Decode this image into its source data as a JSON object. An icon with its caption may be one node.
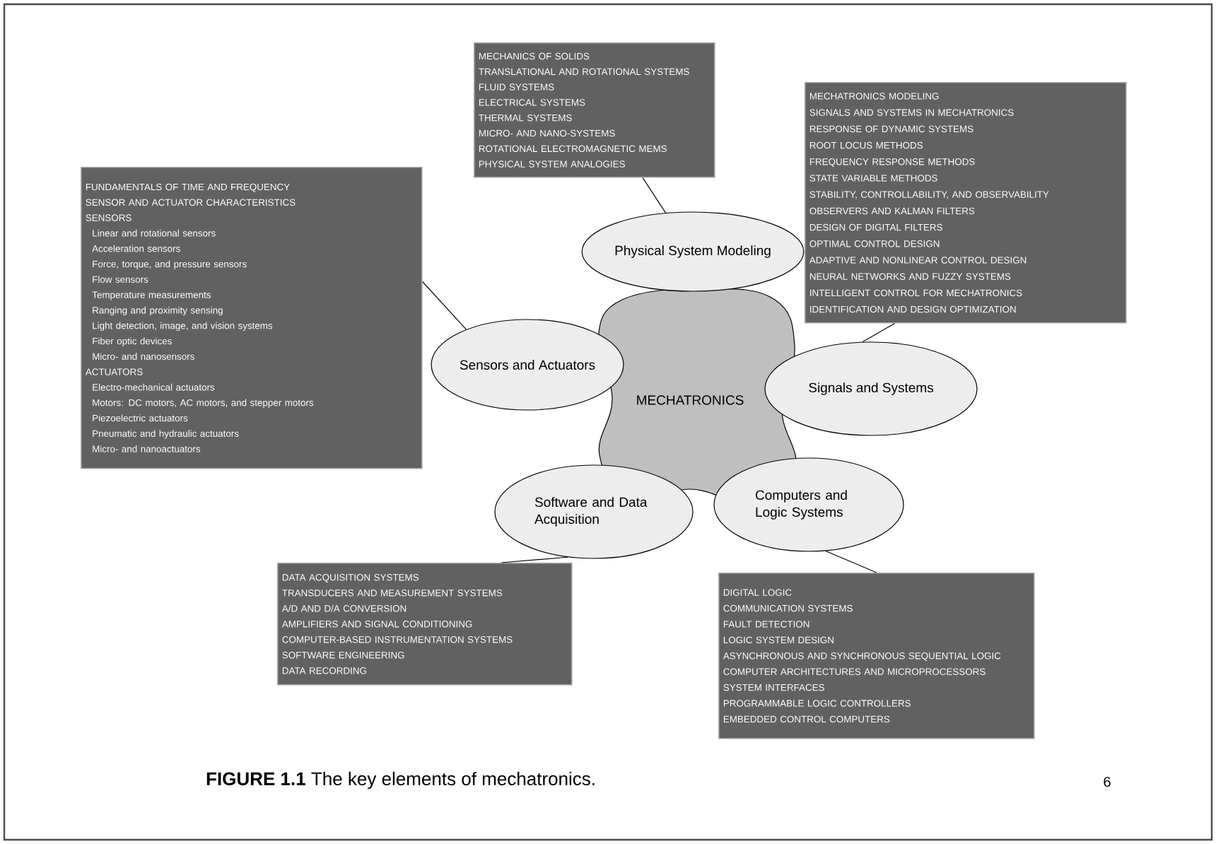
{
  "diagram": {
    "caption": "**FIGURE 1.1** The key elements of mechatronics.",
    "nodes": [
      {
        "text": [
          "MECHATRONICS"
        ]
      },
      {
        "text": [
          "Physical System Modeling"
        ]
      },
      {
        "text": [
          "Sensors and Actuators"
        ]
      },
      {
        "text": [
          "Signals and Systems"
        ]
      },
      {
        "text": [
          "Software and Data Acquisition"
        ]
      },
      {
        "text": [
          "Computers and Logic Systems"
        ]
      },
      {
        "text": [
          "MECHANICS OF SOLIDS",
          "TRANSLATIONAL AND ROTATIONAL SYSTEMS",
          "FLUID SYSTEMS",
          "ELECTRICAL SYSTEMS",
          "THERMAL SYSTEMS",
          "MICRO- AND NANO-SYSTEMS",
          "ROTATIONAL ELECTROMAGNETIC MEMS",
          "PHYSICAL SYSTEM ANALOGIES"
        ]
      },
      {
        "text": [
          "FUNDAMENTALS OF TIME AND FREQUENCY",
          "SENSOR AND ACTUATOR CHARACTERISTICS",
          "SENSORS",
          "Linear and rotational sensors",
          "Acceleration sensors",
          "Force, torque, and pressure sensors",
          "Flow sensors",
          "Temperature measurements",
          "Ranging and proximity sensing",
          "Light detection, image, and vision systems",
          "Fiber optic devices",
          "Micro- and nanosensors",
          "ACTUATORS",
          "Electro-mechanical actuators",
          "Motors: DC motors, AC motors, and stepper motors",
          "Piezoelectric actuators",
          "Pneumatic and hydraulic actuators",
          "Micro- and nanoactuators"
        ]
      },
      {
        "text": [
          "MECHATRONICS MODELING",
          "SIGNALS AND SYSTEMS IN MECHATRONICS",
          "RESPONSE OF DYNAMIC SYSTEMS",
          "ROOT LOCUS METHODS",
          "FREQUENCY RESPONSE METHODS",
          "STATE VARIABLE METHODS",
          "STABILITY, CONTROLLABILITY, AND OBSERVABILITY",
          "OBSERVERS AND KALMAN FILTERS",
          "DESIGN OF DIGITAL FILTERS",
          "OPTIMAL CONTROL DESIGN",
          "ADAPTIVE AND NONLINEAR CONTROL DESIGN",
          "NEURAL NETWORKS AND FUZZY SYSTEMS",
          "INTELLIGENT CONTROL FOR MECHATRONICS",
          "IDENTIFICATION AND DESIGN OPTIMIZATION"
        ]
      },
      {
        "text": [
          "DATA ACQUISITION SYSTEMS",
          "TRANSDUCERS AND MEASUREMENT SYSTEMS",
          "A/D AND D/A CONVERSION",
          "AMPLIFIERS AND SIGNAL CONDITIONING",
          "COMPUTER-BASED INSTRUMENTATION SYSTEMS",
          "SOFTWARE ENGINEERING",
          "DATA RECORDING"
        ]
      },
      {
        "text": [
          "DIGITAL LOGIC",
          "COMMUNICATION SYSTEMS",
          "FAULT DETECTION",
          "LOGIC SYSTEM DESIGN",
          "ASYNCHRONOUS AND SYNCHRONOUS SEQUENTIAL LOGIC",
          "COMPUTER ARCHITECTURES AND MICROPROCESSORS",
          "SYSTEM INTERFACES",
          "PROGRAMMABLE LOGIC CONTROLLERS",
          "EMBEDDED CONTROL COMPUTERS"
        ]
      }
    ],
    "edges": [
      {
        "from": 1,
        "to": 6,
        "arrow": "none"
      },
      {
        "from": 2,
        "to": 7,
        "arrow": "none"
      },
      {
        "from": 3,
        "to": 8,
        "arrow": "none"
      },
      {
        "from": 4,
        "to": 9,
        "arrow": "none"
      },
      {
        "from": 5,
        "to": 10,
        "arrow": "none"
      }
    ],
    "labels": [
      "6"
    ]
  }
}
